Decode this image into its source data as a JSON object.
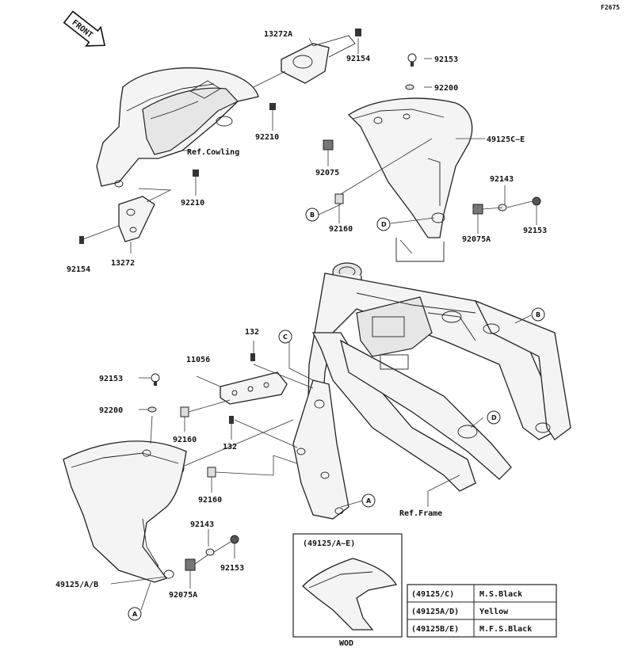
{
  "figure_code": "F2675",
  "front_label": "FRONT",
  "parts": {
    "p13272A": "13272A",
    "p92154_top": "92154",
    "p92153_tr": "92153",
    "p92200_tr": "92200",
    "p92210_a": "92210",
    "ref_cowling": "Ref.Cowling",
    "p49125C_E": "49125C~E",
    "p92075": "92075",
    "p92210_b": "92210",
    "p92143_r": "92143",
    "p92154_l": "92154",
    "p13272": "13272",
    "p92160_r": "92160",
    "p92075A_r": "92075A",
    "p92153_r": "92153",
    "p132_a": "132",
    "p11056": "11056",
    "p92153_l": "92153",
    "p92200_l": "92200",
    "p92160_a": "92160",
    "p132_b": "132",
    "p92160_b": "92160",
    "p92143_l": "92143",
    "p92153_l2": "92153",
    "p49125_AB": "49125/A/B",
    "p92075A_l": "92075A",
    "ref_frame": "Ref.Frame"
  },
  "callouts": [
    "B",
    "D",
    "B",
    "D",
    "C",
    "C",
    "A",
    "A"
  ],
  "inset": {
    "title": "(49125/A~E)",
    "caption": "WOD"
  },
  "color_table": [
    {
      "code": "(49125/C)",
      "color": "M.S.Black"
    },
    {
      "code": "(49125A/D)",
      "color": "Yellow"
    },
    {
      "code": "(49125B/E)",
      "color": "M.F.S.Black"
    }
  ]
}
